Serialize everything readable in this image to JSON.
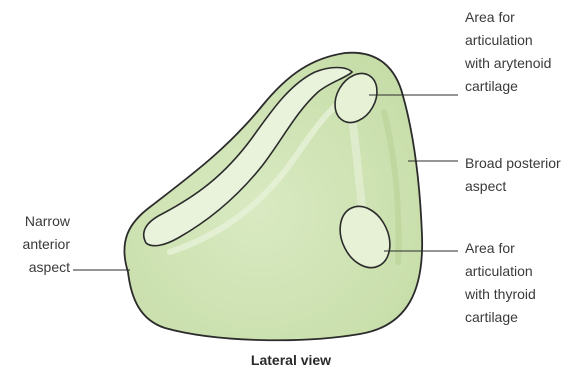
{
  "labels": {
    "arytenoid_area": "Area for\narticulation\nwith arytenoid\ncartilage",
    "posterior_aspect": "Broad posterior\naspect",
    "thyroid_area": "Area for\narticulation\nwith thyroid\ncartilage",
    "anterior_aspect": "Narrow\nanterior\naspect"
  },
  "caption": "Lateral view",
  "colors": {
    "fill": "#cfe3b2",
    "fill_light": "#e4f0d3",
    "outline": "#2b2b2b",
    "leader": "#2b2b2b"
  }
}
